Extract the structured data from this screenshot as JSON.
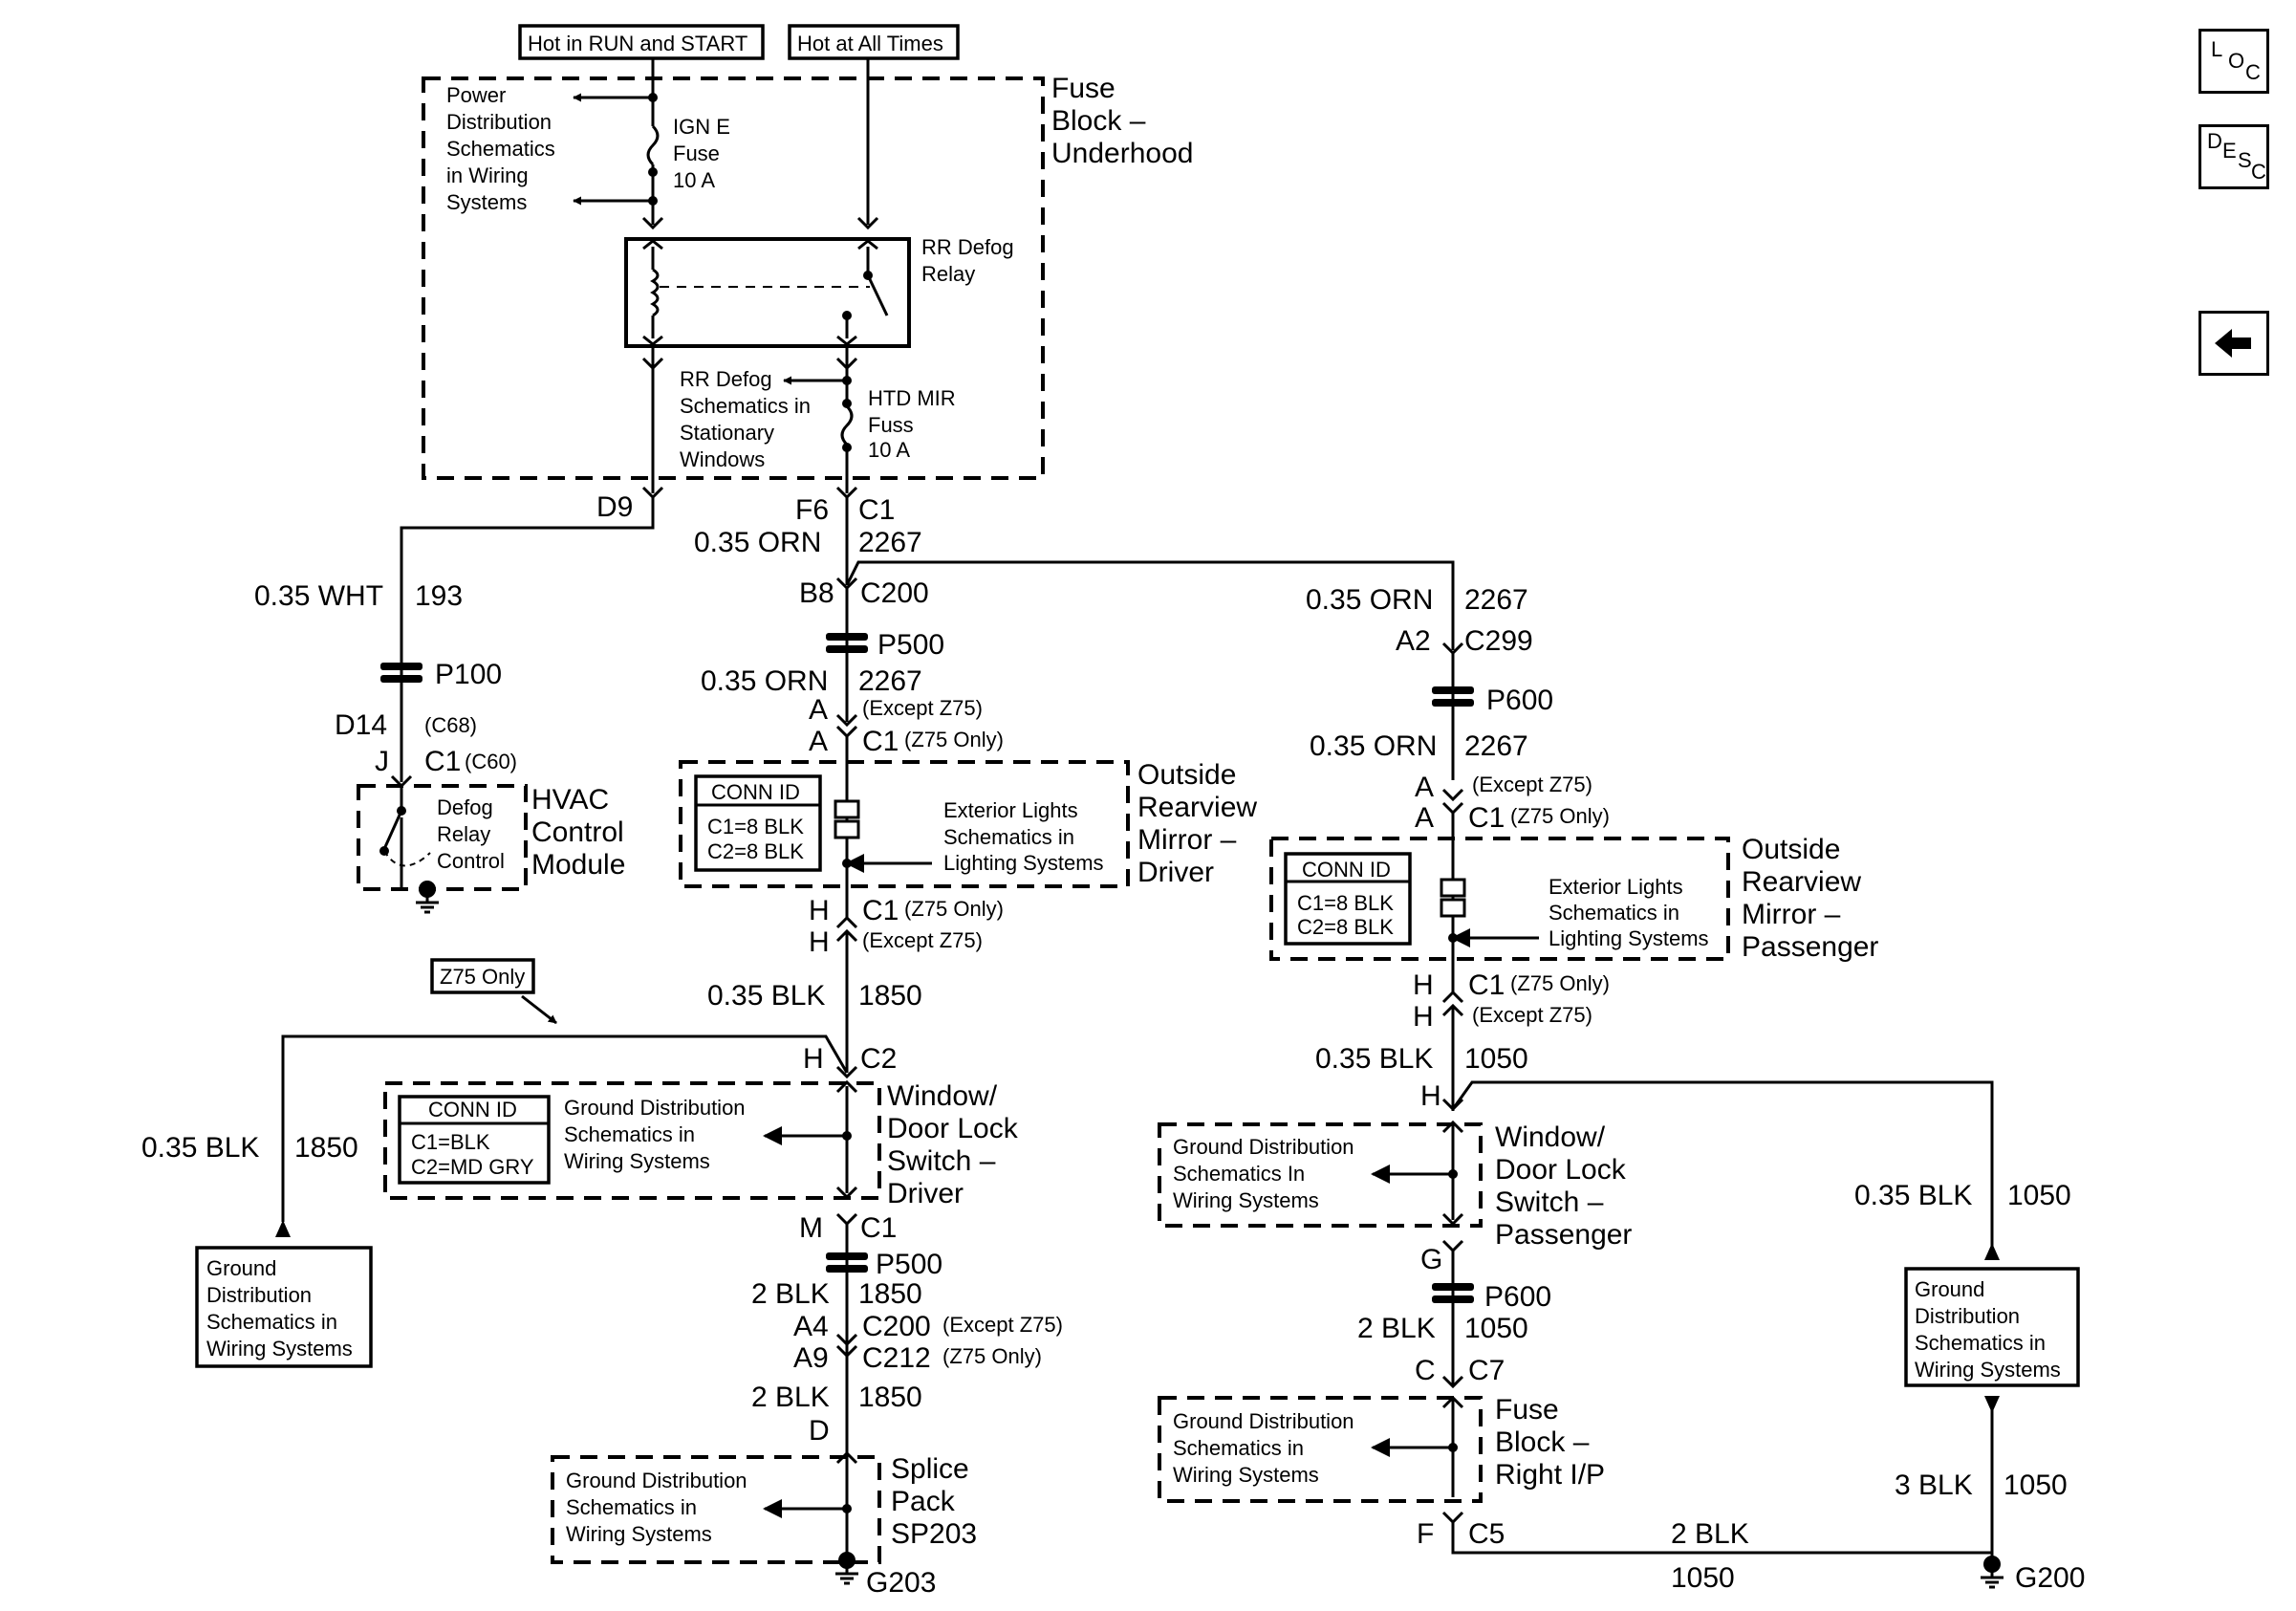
{
  "power": {
    "hot_run_start": "Hot in RUN and START",
    "hot_all_times": "Hot at All Times"
  },
  "fuse_block_underhood": {
    "title": [
      "Fuse",
      "Block –",
      "Underhood"
    ],
    "power_dist_ref": [
      "Power",
      "Distribution",
      "Schematics",
      "in Wiring",
      "Systems"
    ],
    "ign_fuse": [
      "IGN E",
      "Fuse",
      "10 A"
    ],
    "relay": [
      "RR Defog",
      "Relay"
    ],
    "rr_defog_ref": [
      "RR Defog",
      "Schematics in",
      "Stationary",
      "Windows"
    ],
    "htd_fuse": [
      "HTD MIR",
      "Fuss",
      "10 A"
    ]
  },
  "pins": {
    "d9": "D9",
    "f6": "F6",
    "c1": "C1",
    "b8": "B8",
    "c200": "C200",
    "a2": "A2",
    "c299": "C299",
    "d14": "D14",
    "j": "J",
    "a": "A",
    "h": "H",
    "m": "M",
    "a4": "A4",
    "a9": "A9",
    "d": "D",
    "g": "G",
    "c": "C",
    "c7": "C7",
    "f": "F",
    "c5": "C5",
    "c2": "C2",
    "c212": "C212"
  },
  "wires": {
    "orn": "0.35 ORN",
    "c2267": "2267",
    "wht": "0.35 WHT",
    "c193": "193",
    "blk035": "0.35 BLK",
    "c1850": "1850",
    "c1050": "1050",
    "blk2": "2 BLK",
    "blk3": "3 BLK"
  },
  "connectors": {
    "p100": "P100",
    "p500": "P500",
    "p600": "P600"
  },
  "notes": {
    "c68": "(C68)",
    "c60": "(C60)",
    "except_z75": "(Except Z75)",
    "z75_only": "(Z75 Only)",
    "z75_only_box": "Z75 Only"
  },
  "hvac": {
    "title": [
      "HVAC",
      "Control",
      "Module"
    ],
    "internal": [
      "Defog",
      "Relay",
      "Control"
    ]
  },
  "mirror_driver": {
    "title": [
      "Outside",
      "Rearview",
      "Mirror –",
      "Driver"
    ],
    "ext_lights": [
      "Exterior Lights",
      "Schematics in",
      "Lighting Systems"
    ]
  },
  "mirror_passenger": {
    "title": [
      "Outside",
      "Rearview",
      "Mirror –",
      "Passenger"
    ],
    "ext_lights": [
      "Exterior Lights",
      "Schematics in",
      "Lighting Systems"
    ]
  },
  "conn_id": {
    "header": "CONN ID",
    "mirror_c1": "C1=8 BLK",
    "mirror_c2": "C2=8 BLK",
    "switch_c1": "C1=BLK",
    "switch_c2": "C2=MD GRY"
  },
  "switch_driver": {
    "title": [
      "Window/",
      "Door Lock",
      "Switch –",
      "Driver"
    ],
    "ground_ref": [
      "Ground Distribution",
      "Schematics in",
      "Wiring Systems"
    ]
  },
  "switch_passenger": {
    "title": [
      "Window/",
      "Door Lock",
      "Switch –",
      "Passenger"
    ],
    "ground_ref": [
      "Ground Distribution",
      "Schematics In",
      "Wiring Systems"
    ]
  },
  "splice_pack": {
    "title": [
      "Splice",
      "Pack",
      "SP203"
    ],
    "ground_ref": [
      "Ground Distribution",
      "Schematics in",
      "Wiring Systems"
    ]
  },
  "fuse_block_ip": {
    "title": [
      "Fuse",
      "Block –",
      "Right I/P"
    ],
    "ground_ref": [
      "Ground Distribution",
      "Schematics in",
      "Wiring Systems"
    ]
  },
  "ground_left": [
    "Ground",
    "Distribution",
    "Schematics in",
    "Wiring Systems"
  ],
  "ground_right": [
    "Ground",
    "Distribution",
    "Schematics in",
    "Wiring Systems"
  ],
  "grounds": {
    "g203": "G203",
    "g200": "G200"
  },
  "nav": {
    "loc_icon": "loc-icon",
    "desc_icon": "desc-icon",
    "back_icon": "back-arrow-icon"
  }
}
